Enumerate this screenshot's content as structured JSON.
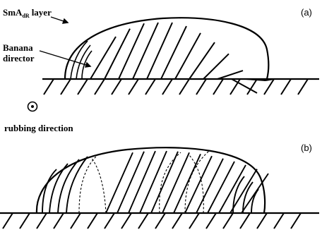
{
  "panel_a": {
    "panel_label": "(a)",
    "labels": {
      "smectic_layer": "SmA",
      "smectic_layer_sub": "dR",
      "smectic_layer_suffix": "layer",
      "banana_director_line1": "Banana",
      "banana_director_line2": "director",
      "rubbing_direction": "rubbing direction"
    },
    "rubbing_symbol": "dot-in-circle-icon"
  },
  "panel_b": {
    "panel_label": "(b)"
  },
  "colors": {
    "ink": "#000000",
    "background": "#ffffff"
  }
}
